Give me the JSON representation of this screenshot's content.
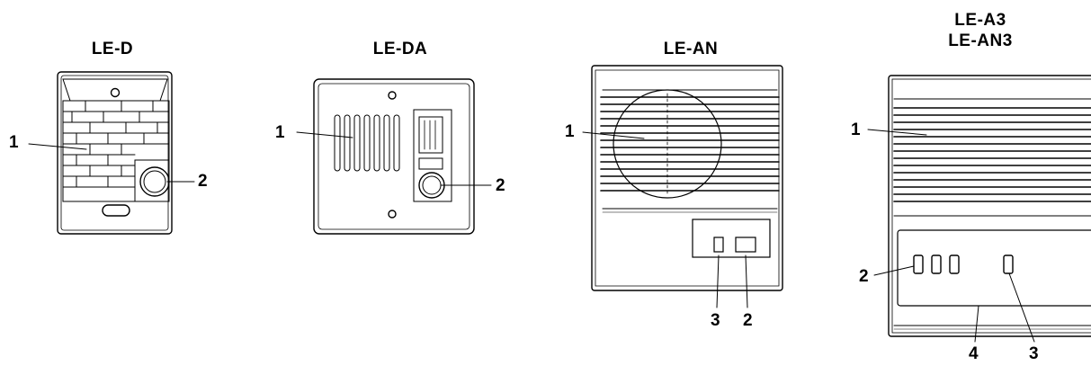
{
  "devices": [
    {
      "title": "LE-D",
      "callouts": [
        "1",
        "2"
      ]
    },
    {
      "title": "LE-DA",
      "callouts": [
        "1",
        "2"
      ]
    },
    {
      "title": "LE-AN",
      "callouts": [
        "1",
        "3",
        "2"
      ]
    },
    {
      "title_lines": [
        "LE-A3",
        "LE-AN3"
      ],
      "callouts": [
        "1",
        "2",
        "4",
        "3"
      ]
    }
  ],
  "colors": {
    "ink": "#000000",
    "paper": "#ffffff"
  }
}
